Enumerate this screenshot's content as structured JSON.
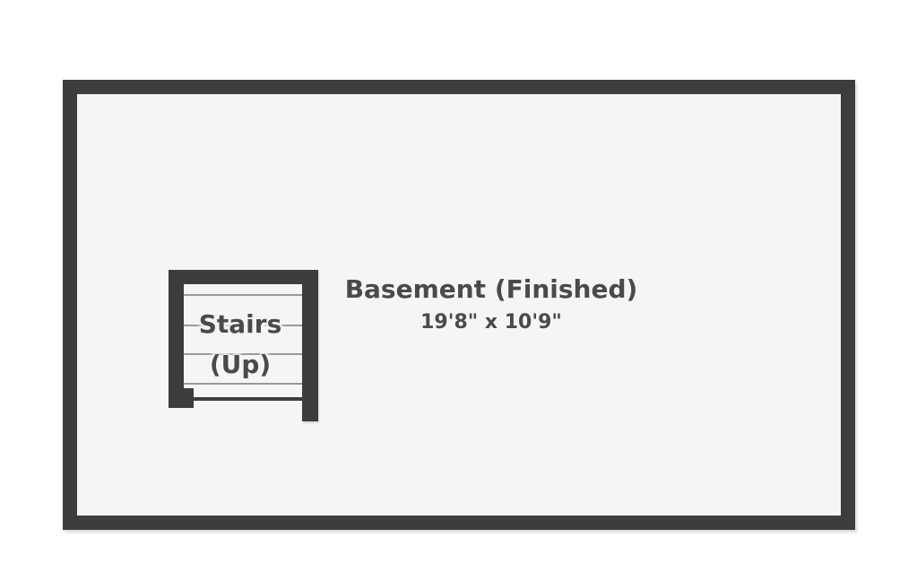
{
  "room": {
    "name": "Basement (Finished)",
    "dimensions": "19'8\" x 10'9\""
  },
  "stairs": {
    "line1": "Stairs",
    "line2": "(Up)"
  },
  "colors": {
    "wall": "#3d3d3d",
    "floor": "#f5f5f5",
    "tread": "#9a9a9a",
    "text": "#4a4a4a",
    "background": "#ffffff"
  }
}
